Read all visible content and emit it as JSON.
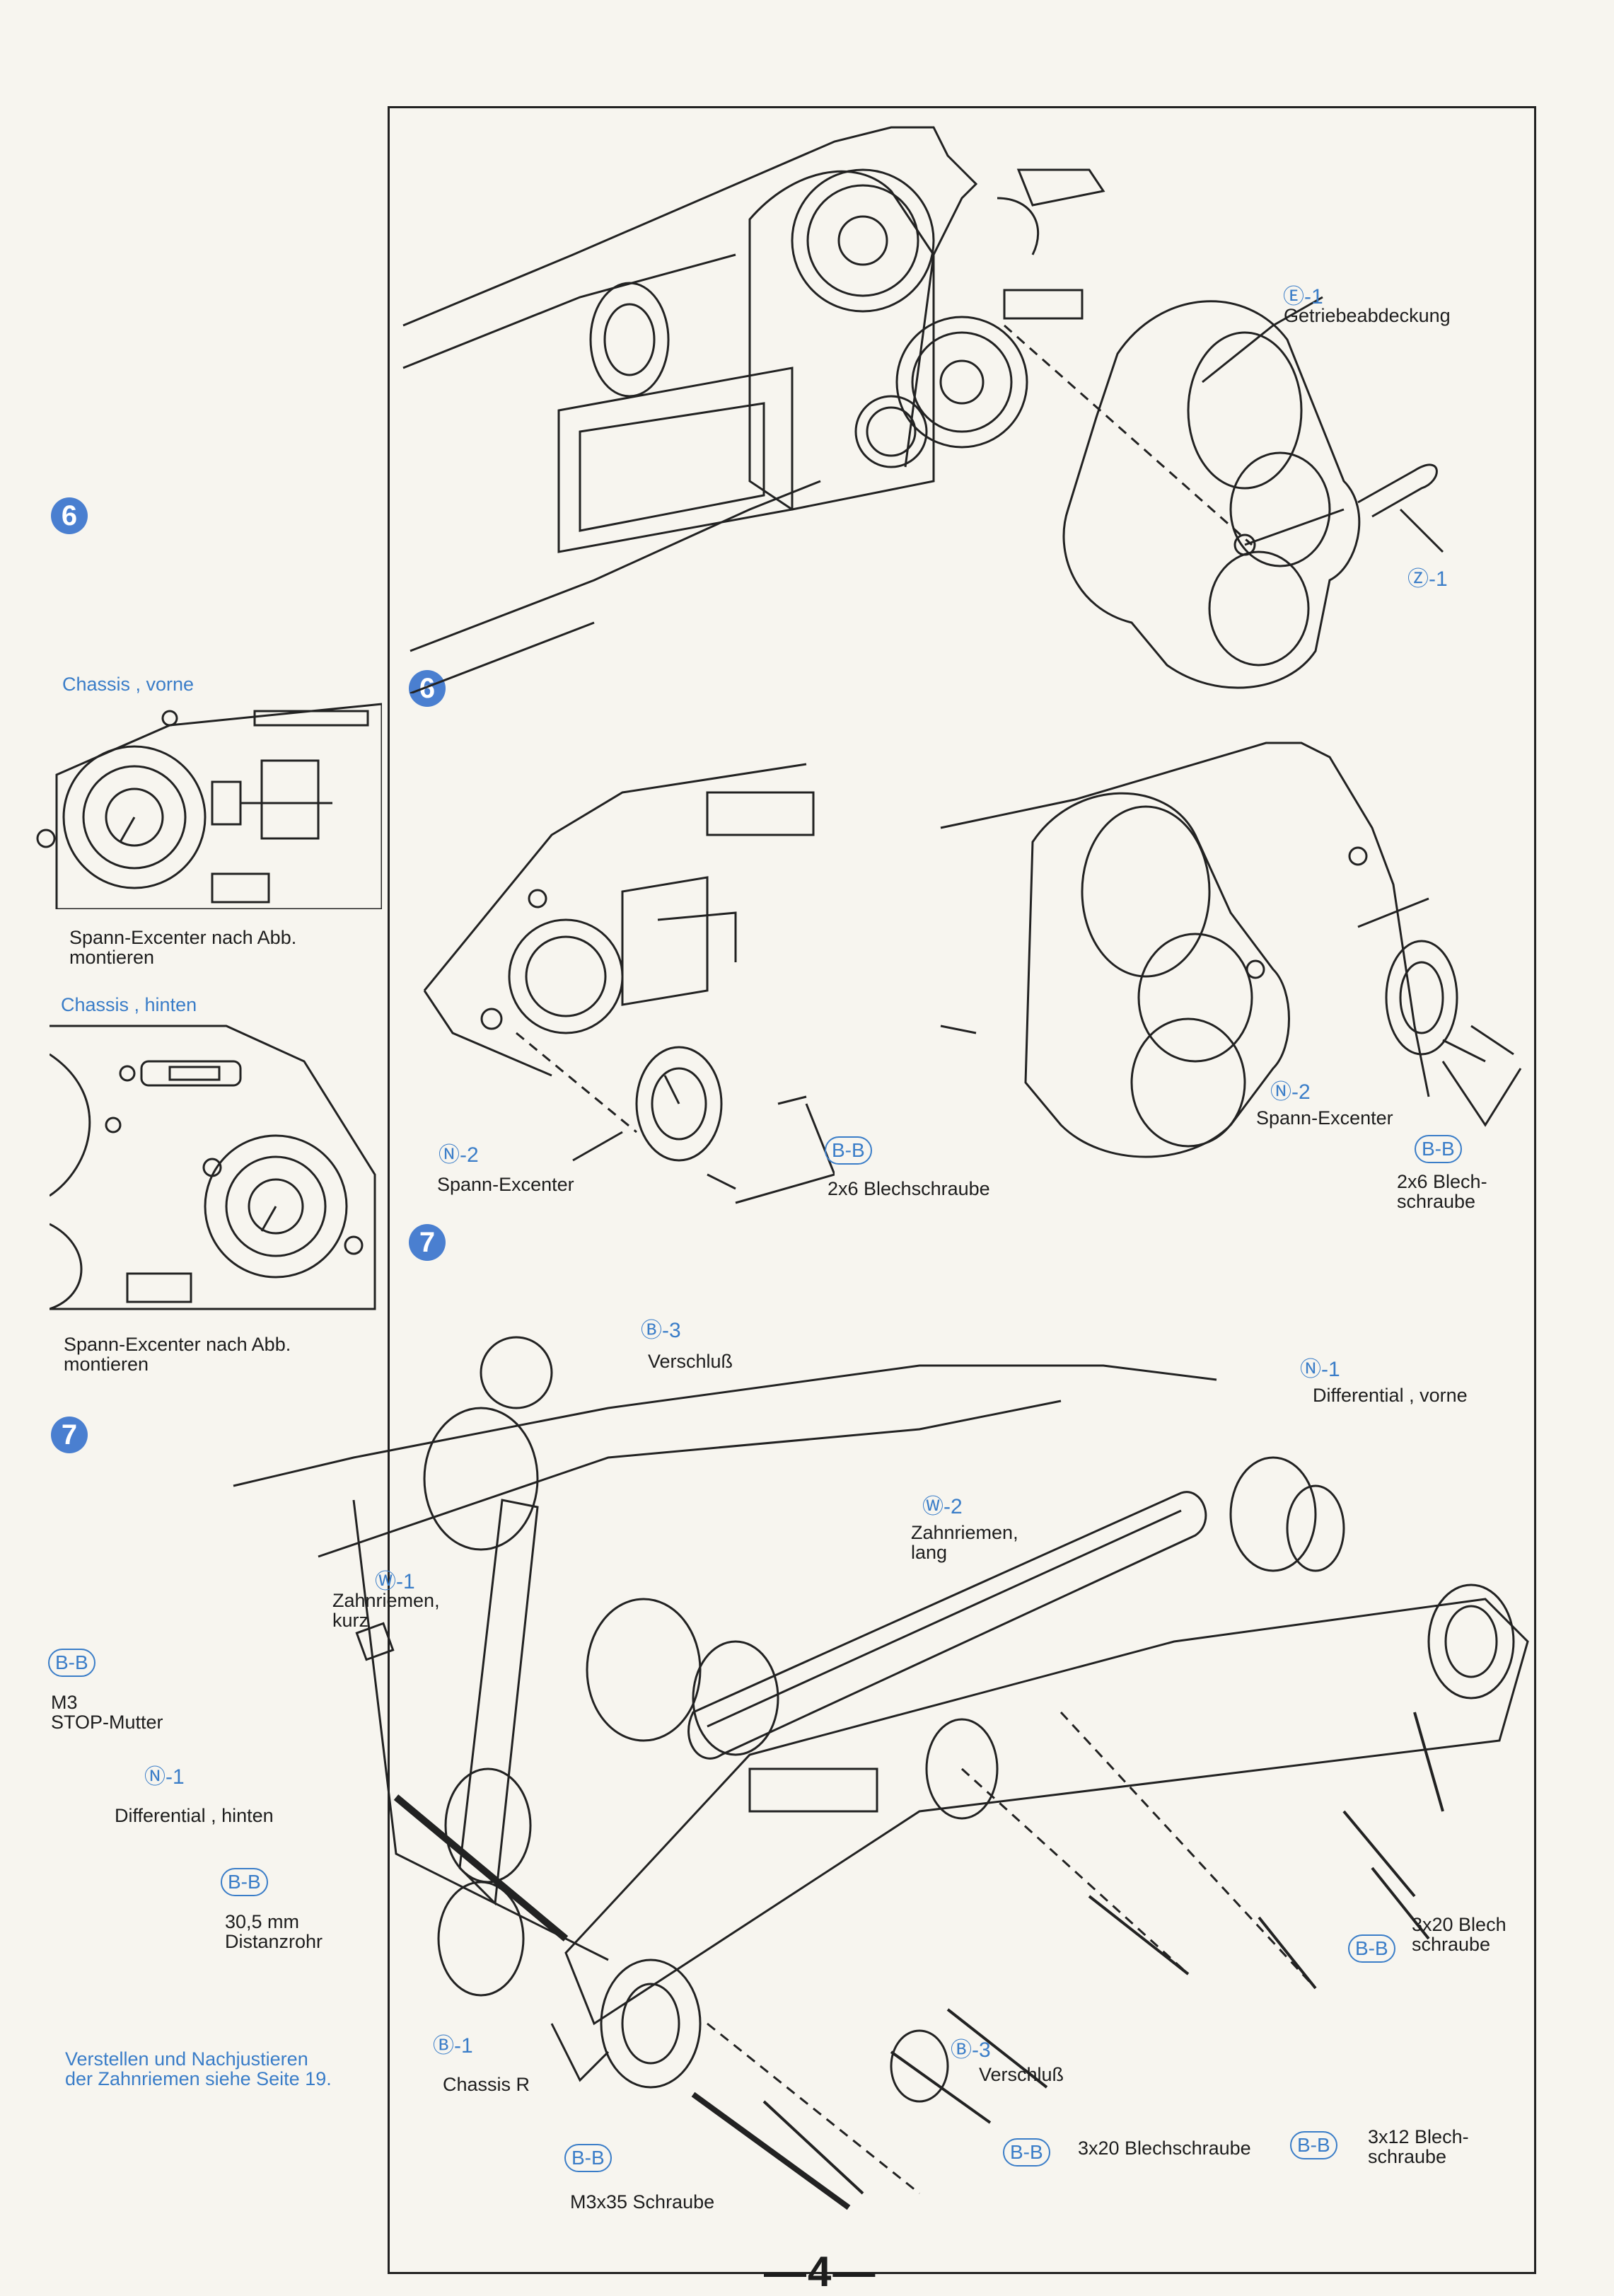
{
  "steps": {
    "six": "6",
    "seven": "7"
  },
  "side": {
    "chassis_front": "Chassis , vorne",
    "note_front": "Spann-Excenter nach Abb.\nmontieren",
    "chassis_rear": "Chassis , hinten",
    "note_rear": "Spann-Excenter nach Abb.\nmontieren"
  },
  "step6": {
    "gearcover_code": "Ⓔ-1",
    "gearcover_name": "Getriebeabdeckung",
    "clip_code": "Ⓩ-1",
    "left_part_code": "Ⓝ-2",
    "left_part_name": "Spann-Excenter",
    "left_screw_badge": "B-B",
    "left_screw_name": "2x6 Blechschraube",
    "right_part_code": "Ⓝ-2",
    "right_part_name": "Spann-Excenter",
    "right_screw_badge": "B-B",
    "right_screw_name": "2x6 Blech-\nschraube"
  },
  "step7": {
    "latch_top_code": "Ⓑ-3",
    "latch_top_name": "Verschluß",
    "diff_front_code": "Ⓝ-1",
    "diff_front_name": "Differential , vorne",
    "belt_long_code": "Ⓦ-2",
    "belt_long_name": "Zahnriemen,\nlang",
    "belt_short_code": "Ⓦ-1",
    "belt_short_name": "Zahnriemen,\nkurz",
    "nut_badge": "B-B",
    "nut_name": "M3\nSTOP-Mutter",
    "diff_rear_code": "Ⓝ-1",
    "diff_rear_name": "Differential , hinten",
    "spacer_badge": "B-B",
    "spacer_name": "30,5 mm\nDistanzrohr",
    "screw320_right_badge": "B-B",
    "screw320_right_name": "3x20 Blech\nschraube",
    "adjust_note": "Verstellen und Nachjustieren\nder Zahnriemen siehe Seite 19.",
    "chassis_code": "Ⓑ-1",
    "chassis_name": "Chassis R",
    "latch_bottom_code": "Ⓑ-3",
    "latch_bottom_name": "Verschluß",
    "screw335_badge": "B-B",
    "screw335_name": "M3x35 Schraube",
    "screw320_badge": "B-B",
    "screw320_name": "3x20 Blechschraube",
    "screw312_badge": "B-B",
    "screw312_name": "3x12 Blech-\nschraube"
  },
  "page_number": "—4—"
}
